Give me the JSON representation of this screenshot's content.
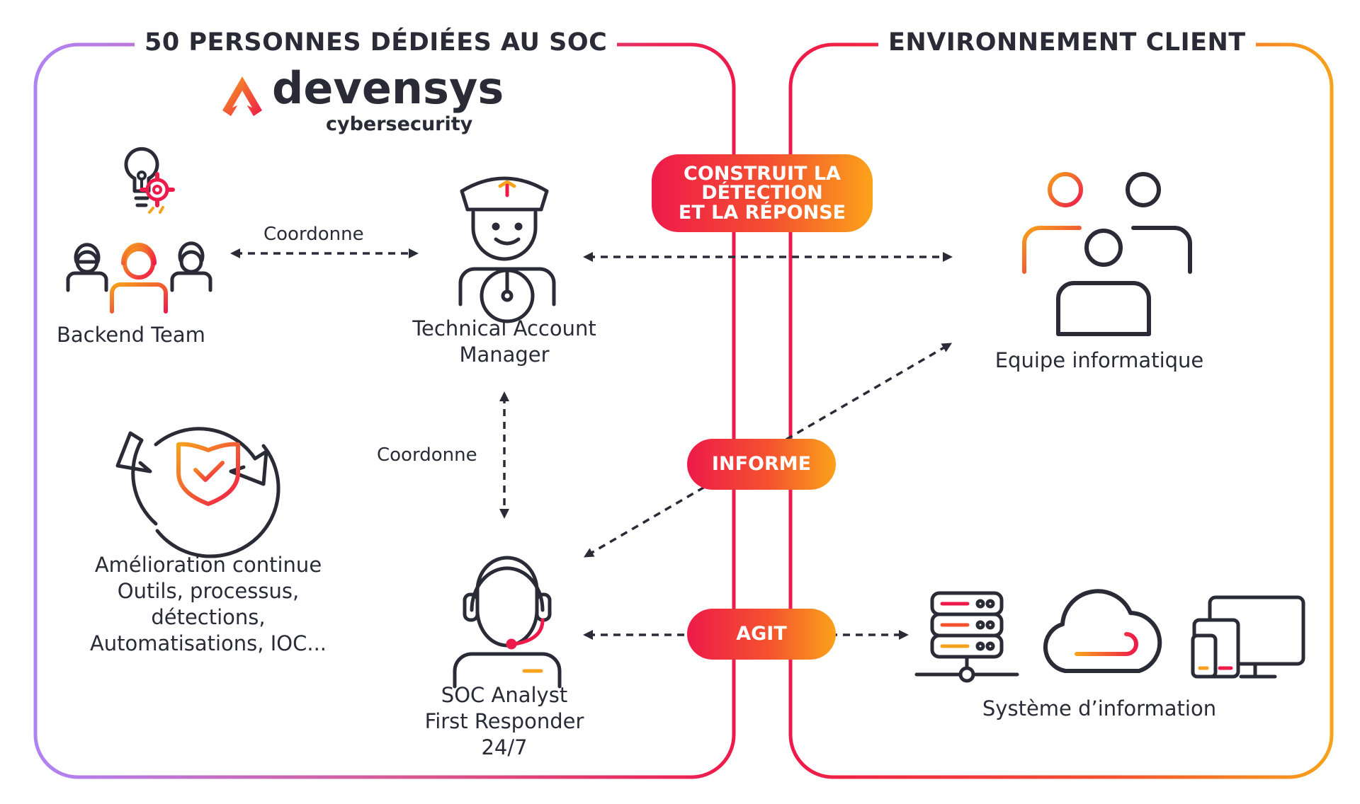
{
  "colors": {
    "purple": "#b083f3",
    "red": "#ee1a4a",
    "orange": "#f7a21c",
    "dark": "#2b2b38"
  },
  "left_panel": {
    "title": "50 PERSONNES DÉDIÉES AU SOC",
    "logo": {
      "name": "devensys",
      "tagline": "cybersecurity"
    }
  },
  "right_panel": {
    "title": "ENVIRONNEMENT CLIENT"
  },
  "nodes": {
    "backend": {
      "label": "Backend Team",
      "icon": "team-lightbulb-gear-icon"
    },
    "tam": {
      "lines": [
        "Technical Account",
        "Manager"
      ],
      "icon": "captain-at-wheel-icon"
    },
    "improvement": {
      "lines": [
        "Amélioration continue",
        "Outils, processus,",
        "détections,",
        "Automatisations, IOC..."
      ],
      "icon": "cycle-shield-icon"
    },
    "soc": {
      "lines": [
        "SOC Analyst",
        "First Responder",
        "24/7"
      ],
      "icon": "headset-operator-icon"
    },
    "it_team": {
      "label": "Equipe informatique",
      "icon": "people-group-icon"
    },
    "info_system": {
      "label": "Système d’information",
      "icons": [
        "server-icon",
        "cloud-icon",
        "devices-icon"
      ]
    }
  },
  "edges": {
    "coord_horizontal": "Coordonne",
    "coord_vertical": "Coordonne"
  },
  "pills": {
    "build": [
      "CONSTRUIT LA",
      "DÉTECTION",
      "ET LA RÉPONSE"
    ],
    "inform": "INFORME",
    "act": "AGIT"
  }
}
